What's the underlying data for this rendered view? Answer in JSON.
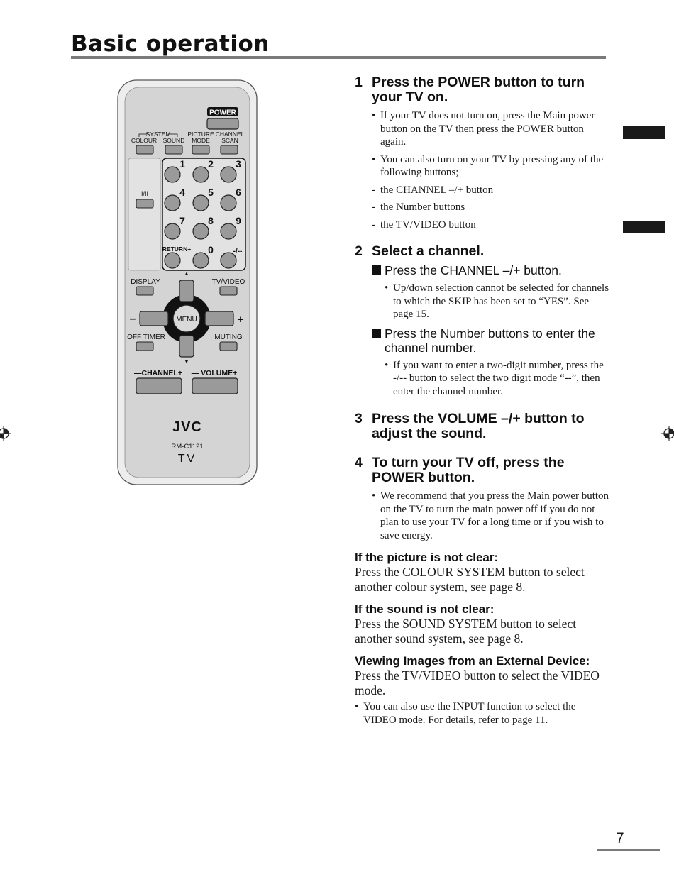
{
  "page": {
    "title": "Basic operation",
    "page_number": "7"
  },
  "remote": {
    "power": "POWER",
    "system": "SYSTEM",
    "colour": "COLOUR",
    "sound": "SOUND",
    "picture": "PICTURE",
    "mode": "MODE",
    "channel_word": "CHANNEL",
    "scan": "SCAN",
    "dual": "I/II",
    "digits": [
      "1",
      "2",
      "3",
      "4",
      "5",
      "6",
      "7",
      "8",
      "9"
    ],
    "return": "RETURN+",
    "zero": "0",
    "dashdash": "-/--",
    "display": "DISPLAY",
    "tvvideo": "TV/VIDEO",
    "minus": "–",
    "plus": "+",
    "menu": "MENU",
    "off_timer": "OFF TIMER",
    "muting": "MUTING",
    "channel_rocker": "—CHANNEL+",
    "volume_rocker": "— VOLUME+",
    "brand": "JVC",
    "model": "RM-C1121",
    "tv": "TV"
  },
  "steps": [
    {
      "num": "1",
      "text": "Press the POWER  button to turn your TV on.",
      "bullets": [
        "If your TV does not turn on, press the Main power button on the TV then press the POWER button again.",
        "You can also turn on your TV by pressing any of the following buttons;"
      ],
      "dashes": [
        "the CHANNEL –/+ button",
        "the Number buttons",
        "the TV/VIDEO button"
      ]
    },
    {
      "num": "2",
      "text": "Select a channel.",
      "sub1": "Press the CHANNEL –/+ button.",
      "sub1_bullet": "Up/down selection cannot be selected for channels to which the SKIP has been set to “YES”. See page 15.",
      "sub2": "Press the Number buttons to enter the channel number.",
      "sub2_bullet": "If you want to enter a two-digit number, press the -/-- button to select the two digit mode “--”, then enter the channel number."
    },
    {
      "num": "3",
      "text": "Press the VOLUME –/+ button to adjust the sound."
    },
    {
      "num": "4",
      "text": "To turn your TV off, press the POWER button.",
      "bullet": "We recommend that you press the Main power button on the TV to turn the main power off if you do not plan to use your TV for a long time or if you wish to save energy."
    }
  ],
  "notes": [
    {
      "heading": "If the picture is not clear:",
      "body": "Press the COLOUR SYSTEM button to select another colour system, see page 8."
    },
    {
      "heading": "If the sound is not clear:",
      "body": "Press the SOUND SYSTEM button to select another sound system, see page 8."
    },
    {
      "heading": "Viewing Images from an External Device:",
      "body": "Press the TV/VIDEO button to select the VIDEO mode.",
      "bullet": "You can also use the INPUT function to select the VIDEO mode. For details, refer to page 11."
    }
  ]
}
